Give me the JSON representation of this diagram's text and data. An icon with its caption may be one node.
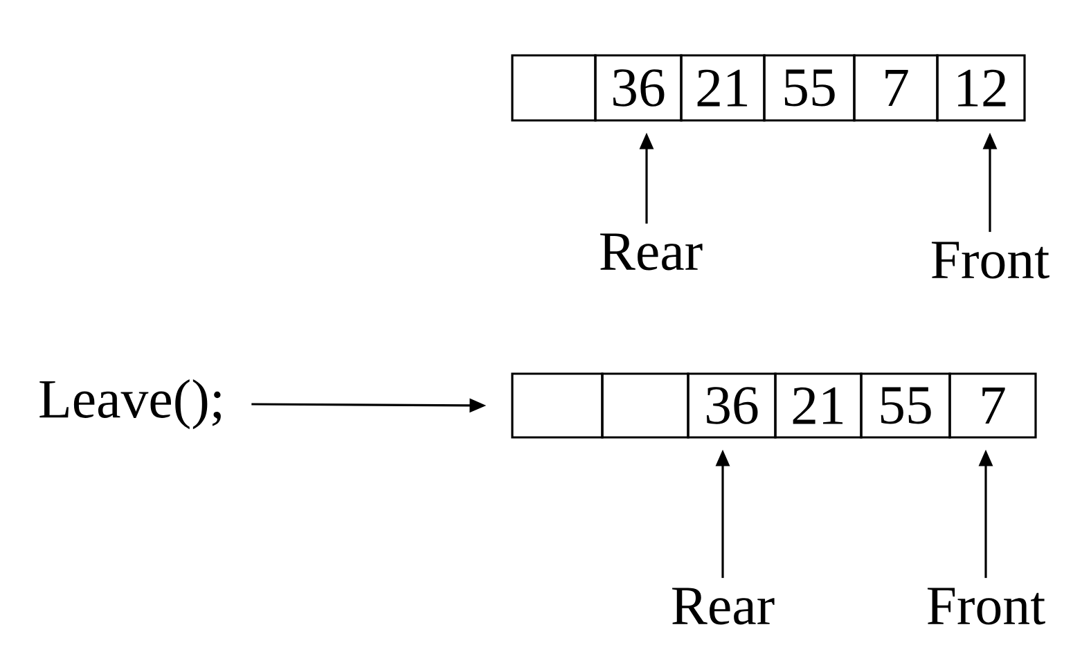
{
  "diagram": {
    "nodes": [
      {
        "text": [],
        "shape": "box"
      },
      {
        "text": [
          "36"
        ]
      },
      {
        "text": [
          "21"
        ]
      },
      {
        "text": [
          "55"
        ]
      },
      {
        "text": [
          "7"
        ]
      },
      {
        "text": [
          "12"
        ]
      },
      {
        "text": [
          "Rear"
        ]
      },
      {
        "text": [
          "Front"
        ]
      },
      {
        "text": [
          "Leave();"
        ]
      },
      {
        "text": [],
        "shape": "box"
      },
      {
        "text": [],
        "shape": "box"
      },
      {
        "text": [
          "36"
        ]
      },
      {
        "text": [
          "21"
        ]
      },
      {
        "text": [
          "55"
        ]
      },
      {
        "text": [
          "7"
        ]
      },
      {
        "text": [
          "Rear"
        ]
      },
      {
        "text": [
          "Front"
        ]
      }
    ],
    "edges": [
      {
        "from": 6,
        "to": 1,
        "arrow": "to"
      },
      {
        "from": 7,
        "to": 5,
        "arrow": "to"
      },
      {
        "from": 8,
        "to": 9,
        "arrow": "to"
      },
      {
        "from": 15,
        "to": 11,
        "arrow": "to"
      },
      {
        "from": 16,
        "to": 14,
        "arrow": "to"
      }
    ]
  }
}
